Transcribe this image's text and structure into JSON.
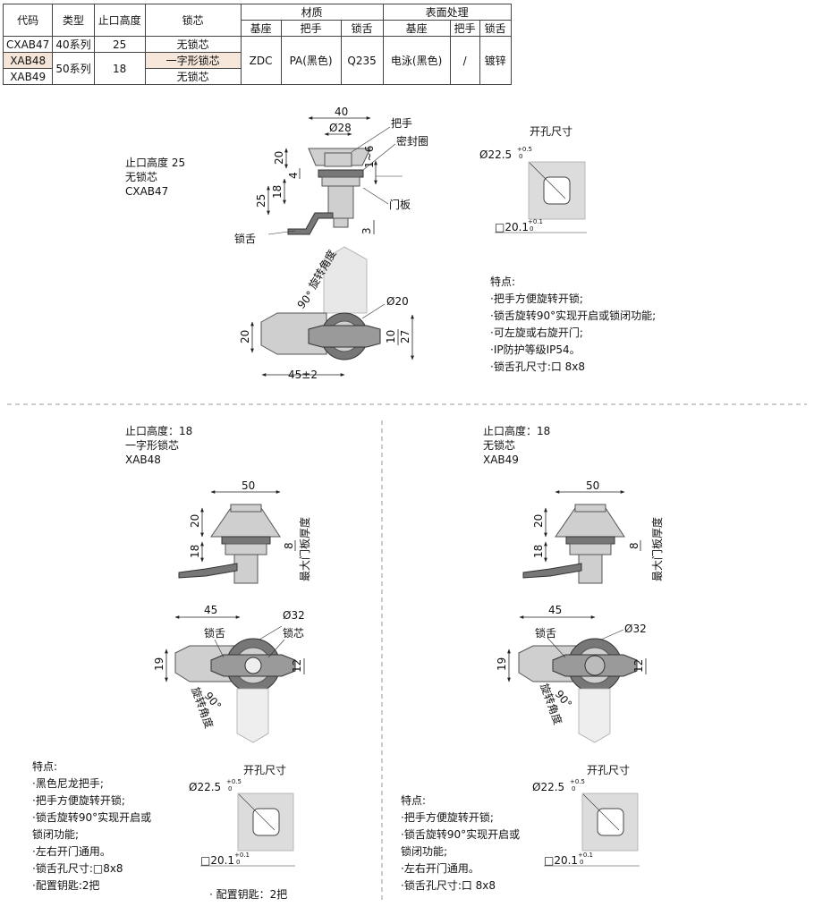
{
  "table": {
    "headers": {
      "code": "代码",
      "type": "类型",
      "stop_height": "止口高度",
      "core": "锁芯",
      "material": "材质",
      "surface": "表面处理",
      "base": "基座",
      "handle": "把手",
      "tongue": "锁舌",
      "base2": "基座",
      "handle2": "把手",
      "tongue2": "锁舌"
    },
    "rows": [
      {
        "code": "CXAB47",
        "type": "40系列",
        "height": "25",
        "core": "无锁芯"
      },
      {
        "code": "XAB48",
        "type": "50系列",
        "height": "18",
        "core": "一字形锁芯"
      },
      {
        "code": "XAB49",
        "type": "",
        "height": "",
        "core": "无锁芯"
      }
    ],
    "material_values": {
      "base": "ZDC",
      "handle": "PA(黑色)",
      "tongue": "Q235"
    },
    "surface_values": {
      "base": "电泳(黑色)",
      "handle": "/",
      "tongue": "镀锌"
    }
  },
  "section1": {
    "info": [
      "止口高度 25",
      "无锁芯",
      "CXAB47"
    ],
    "callouts": {
      "handle": "把手",
      "seal": "密封圈",
      "door": "门板",
      "tongue": "锁舌",
      "rotate": "旋转角度",
      "angle": "90°"
    },
    "dims": {
      "w40": "40",
      "d28": "Ø28",
      "h20": "20",
      "h4": "4",
      "h25": "25",
      "h18": "18",
      "h1_6": "1~6",
      "h3": "3",
      "d20": "Ø20",
      "w45": "45±2",
      "v20": "20",
      "v10": "10",
      "v27": "27"
    },
    "cutout": {
      "title": "开孔尺寸",
      "dia": "Ø22.5",
      "dia_tol_up": "+0.5",
      "dia_tol_dn": "0",
      "sq": "□20.1",
      "sq_tol_up": "+0.1",
      "sq_tol_dn": "0"
    },
    "features_title": "特点:",
    "features": [
      "·把手方便旋转开锁;",
      "·锁舌旋转90°实现开启或锁闭功能;",
      "·可左旋或右旋开门;",
      "·IP防护等级IP54。",
      "·锁舌孔尺寸:口 8x8"
    ]
  },
  "section2": {
    "info": [
      "止口高度：18",
      "一字形锁芯",
      "XAB48"
    ],
    "dims": {
      "w50": "50",
      "h20": "20",
      "h18": "18",
      "h8": "8",
      "w45": "45",
      "d32": "Ø32",
      "v19": "19",
      "v12": "12"
    },
    "callouts": {
      "door_thick": "最大门板厚度",
      "tongue": "锁舌",
      "core": "锁芯",
      "angle": "90°",
      "rotate": "旋转角度"
    },
    "features_title": "特点:",
    "features": [
      "·黑色尼龙把手;",
      "·把手方便旋转开锁;",
      "·锁舌旋转90°实现开启或",
      "锁闭功能;",
      "·左右开门通用。",
      "·锁舌孔尺寸:□8x8",
      "·配置钥匙:2把"
    ],
    "cutout": {
      "title": "开孔尺寸",
      "dia": "Ø22.5",
      "dia_tol_up": "+0.5",
      "dia_tol_dn": "0",
      "sq": "□20.1",
      "sq_tol_up": "+0.1",
      "sq_tol_dn": "0"
    },
    "keys": "· 配置钥匙：2把"
  },
  "section3": {
    "info": [
      "止口高度：18",
      "无锁芯",
      "XAB49"
    ],
    "dims": {
      "w50": "50",
      "h20": "20",
      "h18": "18",
      "h8": "8",
      "w45": "45",
      "d32": "Ø32",
      "v19": "19",
      "v12": "12"
    },
    "callouts": {
      "door_thick": "最大门板厚度",
      "tongue": "锁舌",
      "angle": "90°",
      "rotate": "旋转角度"
    },
    "features_title": "特点:",
    "features": [
      "·把手方便旋转开锁;",
      "·锁舌旋转90°实现开启或",
      "锁闭功能;",
      "·左右开门通用。",
      "·锁舌孔尺寸:口 8x8"
    ],
    "cutout": {
      "title": "开孔尺寸",
      "dia": "Ø22.5",
      "dia_tol_up": "+0.5",
      "dia_tol_dn": "0",
      "sq": "□20.1",
      "sq_tol_up": "+0.1",
      "sq_tol_dn": "0"
    }
  }
}
